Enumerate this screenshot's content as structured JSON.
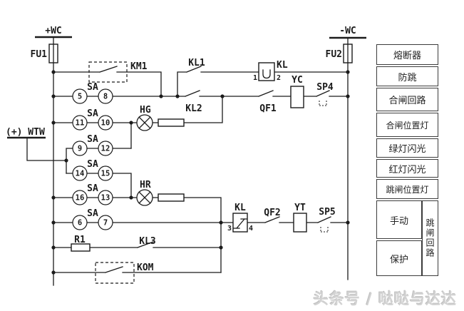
{
  "colors": {
    "line": "#1b1b1b",
    "background": "#ffffff",
    "watermark_text": "#d2d2d2"
  },
  "buses": {
    "positive": "+WC",
    "negative": "-WC",
    "flash_bus": "(+) WTW"
  },
  "components": {
    "fu1": "FU1",
    "fu2": "FU2",
    "km1": "KM1",
    "kom": "KOM",
    "kl1": "KL1",
    "kl2": "KL2",
    "kl3": "KL3",
    "kl_coil": "KL",
    "kl_coil_terminals_top": [
      "1",
      "2"
    ],
    "kl_coil_terminals_bottom": [
      "3",
      "4"
    ],
    "yc": "YC",
    "yt": "YT",
    "qf1": "QF1",
    "qf2": "QF2",
    "sp4": "SP4",
    "sp5": "SP5",
    "hg": "HG",
    "hr": "HR",
    "r1": "R1",
    "sa": "SA"
  },
  "sa_terminals": [
    [
      "5",
      "8"
    ],
    [
      "11",
      "10"
    ],
    [
      "9",
      "12"
    ],
    [
      "14",
      "15"
    ],
    [
      "16",
      "13"
    ],
    [
      "6",
      "7"
    ]
  ],
  "legend": {
    "rows": [
      "熔断器",
      "防跳",
      "合闸回路",
      "合闸位置灯",
      "绿灯闪光",
      "红灯闪光",
      "跳闸位置灯"
    ],
    "manual": "手动",
    "protection": "保护",
    "trip_circuit": "跳闸回路"
  },
  "watermark": "头条号 / 哒哒与达达"
}
